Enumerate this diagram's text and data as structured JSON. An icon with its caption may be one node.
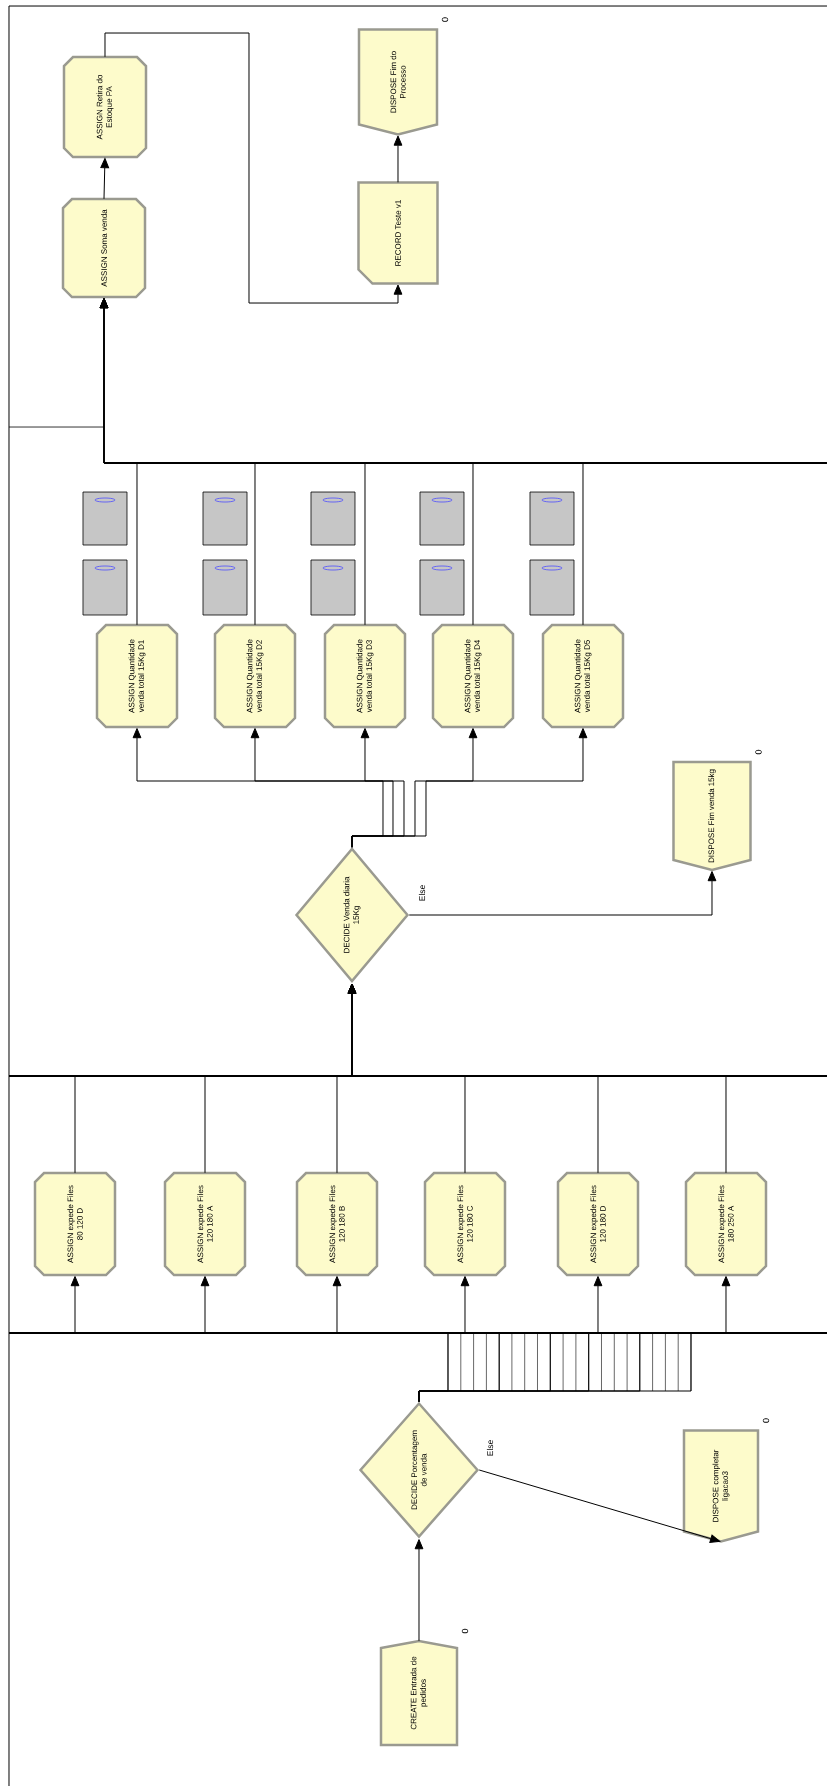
{
  "diagram": {
    "nodes": [
      {
        "text": [
          "ASSIGN Retira do Estoque PA"
        ]
      },
      {
        "text": [
          "DISPOSE Fim do Processo"
        ],
        "beside": [
          "0"
        ]
      },
      {
        "text": [
          "ASSIGN Soma venda"
        ]
      },
      {
        "text": [
          "RECORD Teste v1"
        ]
      },
      {
        "text": [
          "ASSIGN Quantidade venda total 15Kg D1"
        ]
      },
      {
        "text": [
          "ASSIGN Quantidade venda total 15Kg D2"
        ]
      },
      {
        "text": [
          "ASSIGN Quantidade venda total 15Kg D3"
        ]
      },
      {
        "text": [
          "ASSIGN Quantidade venda total 15Kg D4"
        ]
      },
      {
        "text": [
          "ASSIGN Quantidade venda total 15Kg D5"
        ]
      },
      {
        "text": [
          "DISPOSE Fim venda 15kg"
        ],
        "beside": [
          "0"
        ]
      },
      {
        "text": [
          "DECIDE Venda diaria 15Kg"
        ]
      },
      {
        "text": [
          "ASSIGN expede Files 80 120 D"
        ]
      },
      {
        "text": [
          "ASSIGN expede Files 120 180 A"
        ]
      },
      {
        "text": [
          "ASSIGN expede Files 120 180 B"
        ]
      },
      {
        "text": [
          "ASSIGN expede Files 120 180 C"
        ]
      },
      {
        "text": [
          "ASSIGN expede Files 120 180 D"
        ]
      },
      {
        "text": [
          "ASSIGN expede Files 180 250 A"
        ]
      },
      {
        "text": [
          "DECIDE Porcentagem de venda"
        ]
      },
      {
        "text": [
          "DISPOSE completar ligacao3"
        ],
        "beside": [
          "0"
        ]
      },
      {
        "text": [
          "CREATE Entrada de pedidos"
        ],
        "beside": [
          "0"
        ]
      }
    ],
    "edges": [
      {
        "from": 19,
        "to": 17,
        "arrow": "to"
      },
      {
        "from": 17,
        "to": 11,
        "arrow": "to"
      },
      {
        "from": 17,
        "to": 12,
        "arrow": "to"
      },
      {
        "from": 17,
        "to": 13,
        "arrow": "to"
      },
      {
        "from": 17,
        "to": 14,
        "arrow": "to"
      },
      {
        "from": 17,
        "to": 15,
        "arrow": "to"
      },
      {
        "from": 17,
        "to": 16,
        "arrow": "to"
      },
      {
        "from": 17,
        "to": 18,
        "arrow": "to",
        "label": "Else"
      },
      {
        "from": 11,
        "to": 10,
        "arrow": "to"
      },
      {
        "from": 12,
        "to": 10,
        "arrow": "to"
      },
      {
        "from": 13,
        "to": 10,
        "arrow": "to"
      },
      {
        "from": 14,
        "to": 10,
        "arrow": "to"
      },
      {
        "from": 15,
        "to": 10,
        "arrow": "to"
      },
      {
        "from": 16,
        "to": 10,
        "arrow": "to"
      },
      {
        "from": 10,
        "to": 4,
        "arrow": "to"
      },
      {
        "from": 10,
        "to": 5,
        "arrow": "to"
      },
      {
        "from": 10,
        "to": 6,
        "arrow": "to"
      },
      {
        "from": 10,
        "to": 7,
        "arrow": "to"
      },
      {
        "from": 10,
        "to": 8,
        "arrow": "to"
      },
      {
        "from": 10,
        "to": 9,
        "arrow": "to",
        "label": "Else"
      },
      {
        "from": 4,
        "to": 2,
        "arrow": "to"
      },
      {
        "from": 5,
        "to": 2,
        "arrow": "to"
      },
      {
        "from": 6,
        "to": 2,
        "arrow": "to"
      },
      {
        "from": 7,
        "to": 2,
        "arrow": "to"
      },
      {
        "from": 8,
        "to": 2,
        "arrow": "to"
      },
      {
        "from": 2,
        "to": 0,
        "arrow": "to"
      },
      {
        "from": 0,
        "to": 3,
        "arrow": "to"
      },
      {
        "from": 3,
        "to": 1,
        "arrow": "to"
      }
    ]
  }
}
